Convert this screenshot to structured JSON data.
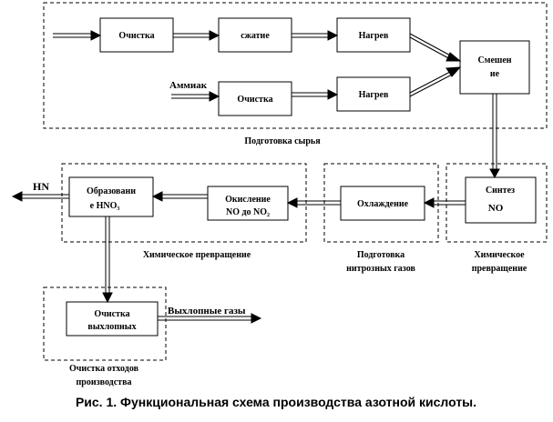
{
  "diagram": {
    "nodes": {
      "ochistka1": "Очистка",
      "szhatie": "сжатие",
      "nagrev1": "Нагрев",
      "ochistka2": "Очистка",
      "nagrev2": "Нагрев",
      "smeshenie_line1": "Смешен",
      "smeshenie_line2": "ие",
      "sintez_line1": "Синтез",
      "sintez_line2": "NO",
      "okhlazhdenie": "Охлаждение",
      "okislenie_line1": "Окисление",
      "okislenie_line2": "NO до NO₂",
      "obrazovanie_line1": "Образовани",
      "obrazovanie_line2": "е HNO₃",
      "ochistka_vykhl_line1": "Очистка",
      "ochistka_vykhl_line2": "выхлопных"
    },
    "groups": {
      "prep_raw": "Подготовка сырья",
      "chem_left": "Химическое превращение",
      "prep_gas_line1": "Подготовка",
      "prep_gas_line2": "нитрозных газов",
      "chem_right_line1": "Химическое",
      "chem_right_line2": "превращение",
      "waste_line1": "Очистка отходов",
      "waste_line2": "производства"
    },
    "io_labels": {
      "ammonia": "Аммиак",
      "product": "HN",
      "exhaust": "Выхлопные газы"
    },
    "caption": "Рис. 1. Функциональная схема производства азотной кислоты."
  }
}
